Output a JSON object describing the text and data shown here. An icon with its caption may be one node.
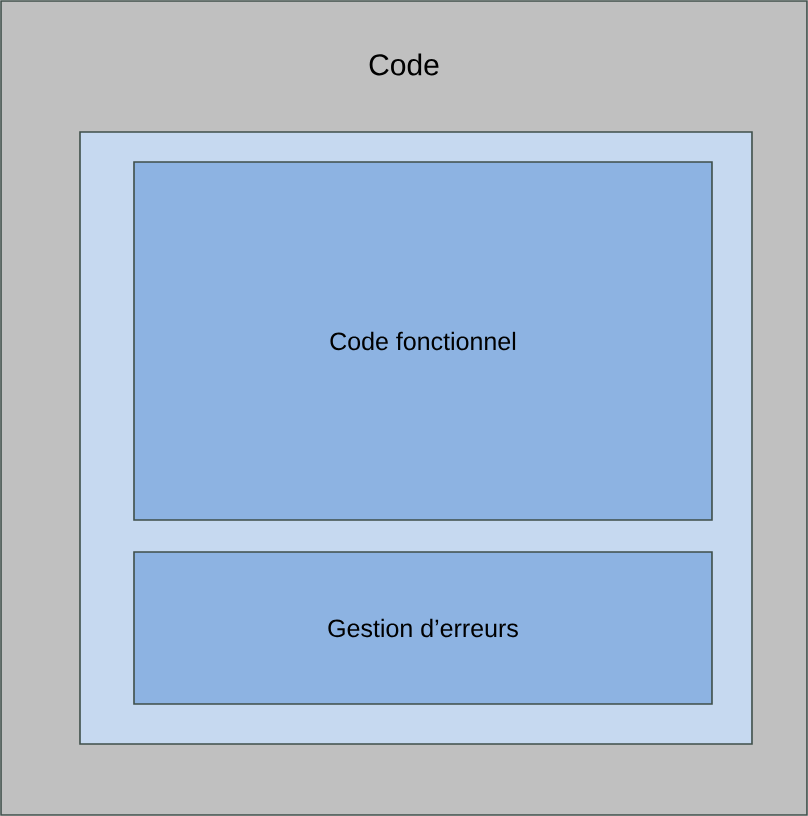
{
  "diagram": {
    "nodes": [
      {
        "text": [
          "Code"
        ]
      },
      {
        "text": [],
        "shape": "box",
        "in": 0
      },
      {
        "text": [
          "Code fonctionnel"
        ],
        "in": 1
      },
      {
        "text": [
          "Gestion d’erreurs"
        ],
        "in": 1
      }
    ]
  }
}
